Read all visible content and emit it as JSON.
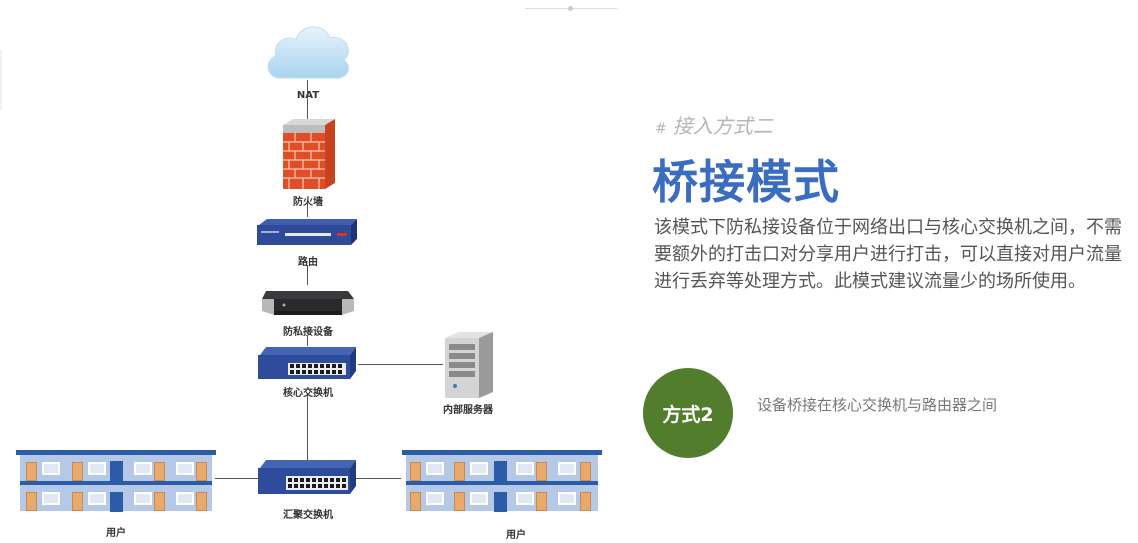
{
  "diagram": {
    "nodes": {
      "nat": "NAT",
      "firewall": "防火墙",
      "router": "路由",
      "anti_share_device": "防私接设备",
      "core_switch": "核心交换机",
      "internal_server": "内部服务器",
      "aggregation_switch": "汇聚交换机",
      "users_left": "用户",
      "users_right": "用户"
    }
  },
  "panel": {
    "kicker_hash": "#",
    "kicker": "接入方式二",
    "title": "桥接模式",
    "description": "该模式下防私接设备位于网络出口与核心交换机之间，不需要额外的打击口对分享用户进行打击，可以直接对用户流量进行丢弃等处理方式。此模式建议流量少的场所使用。",
    "badge_label": "方式2",
    "badge_description": "设备桥接在核心交换机与路由器之间",
    "colors": {
      "title": "#3a6cc0",
      "badge": "#527d2d"
    }
  }
}
